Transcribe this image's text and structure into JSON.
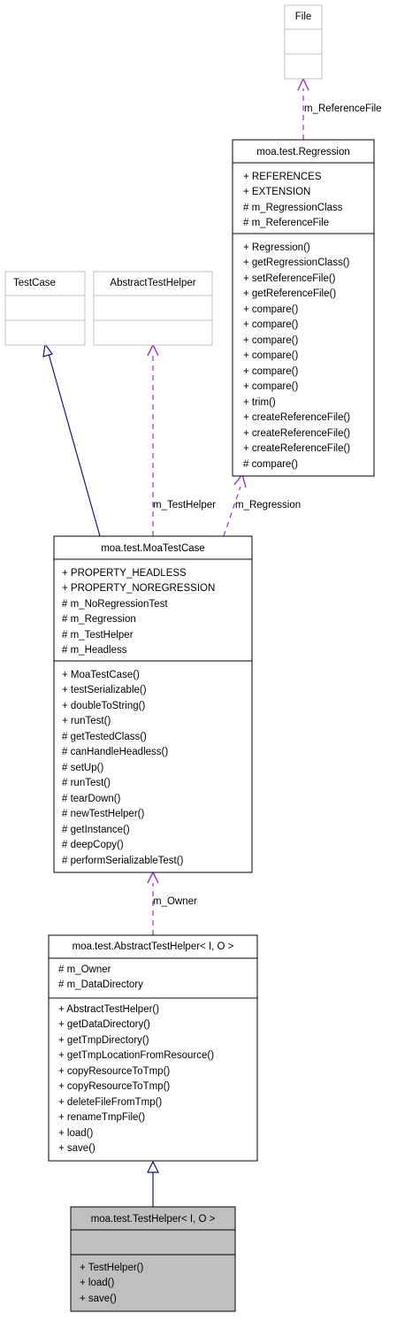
{
  "colors": {
    "box_border": "#000000",
    "external_border": "#bfbfbf",
    "highlight_fill": "#bfbfbf",
    "inheritance_arrow": "#191970",
    "usage_arrow": "#9a32cd",
    "text": "#000000"
  },
  "classes": [
    {
      "id": "file",
      "name": "File",
      "external": true,
      "highlight": false,
      "attributes": [],
      "methods": []
    },
    {
      "id": "regression",
      "name": "moa.test.Regression",
      "external": false,
      "highlight": false,
      "attributes": [
        "+ REFERENCES",
        "+ EXTENSION",
        "# m_RegressionClass",
        "# m_ReferenceFile"
      ],
      "methods": [
        "+ Regression()",
        "+ getRegressionClass()",
        "+ setReferenceFile()",
        "+ getReferenceFile()",
        "+ compare()",
        "+ compare()",
        "+ compare()",
        "+ compare()",
        "+ compare()",
        "+ compare()",
        "+ trim()",
        "+ createReferenceFile()",
        "+ createReferenceFile()",
        "+ createReferenceFile()",
        "# compare()"
      ]
    },
    {
      "id": "testcase",
      "name": "TestCase",
      "external": true,
      "highlight": false,
      "attributes": [],
      "methods": []
    },
    {
      "id": "abstracthelper_ext",
      "name": "AbstractTestHelper",
      "external": true,
      "highlight": false,
      "attributes": [],
      "methods": []
    },
    {
      "id": "moatestcase",
      "name": "moa.test.MoaTestCase",
      "external": false,
      "highlight": false,
      "attributes": [
        "+ PROPERTY_HEADLESS",
        "+ PROPERTY_NOREGRESSION",
        "# m_NoRegressionTest",
        "# m_Regression",
        "# m_TestHelper",
        "# m_Headless"
      ],
      "methods": [
        "+ MoaTestCase()",
        "+ testSerializable()",
        "+ doubleToString()",
        "+ runTest()",
        "# getTestedClass()",
        "# canHandleHeadless()",
        "# setUp()",
        "# runTest()",
        "# tearDown()",
        "# newTestHelper()",
        "# getInstance()",
        "# deepCopy()",
        "# performSerializableTest()"
      ]
    },
    {
      "id": "abstracttesthelper",
      "name": "moa.test.AbstractTestHelper< I, O >",
      "external": false,
      "highlight": false,
      "attributes": [
        "# m_Owner",
        "# m_DataDirectory"
      ],
      "methods": [
        "+ AbstractTestHelper()",
        "+ getDataDirectory()",
        "+ getTmpDirectory()",
        "+ getTmpLocationFromResource()",
        "+ copyResourceToTmp()",
        "+ copyResourceToTmp()",
        "+ deleteFileFromTmp()",
        "+ renameTmpFile()",
        "+ load()",
        "+ save()"
      ]
    },
    {
      "id": "testhelper",
      "name": "moa.test.TestHelper< I, O >",
      "external": false,
      "highlight": true,
      "attributes": [],
      "methods": [
        "+ TestHelper()",
        "+ load()",
        "+ save()"
      ]
    }
  ],
  "edges": [
    {
      "id": "edge-file",
      "type": "usage",
      "label": "m_ReferenceFile"
    },
    {
      "id": "edge-testcase",
      "type": "inheritance",
      "label": ""
    },
    {
      "id": "edge-testhelper-field",
      "type": "usage",
      "label": "m_TestHelper"
    },
    {
      "id": "edge-regression-field",
      "type": "usage",
      "label": "m_Regression"
    },
    {
      "id": "edge-owner",
      "type": "usage",
      "label": "m_Owner"
    },
    {
      "id": "edge-abstracthelper",
      "type": "inheritance",
      "label": ""
    }
  ]
}
